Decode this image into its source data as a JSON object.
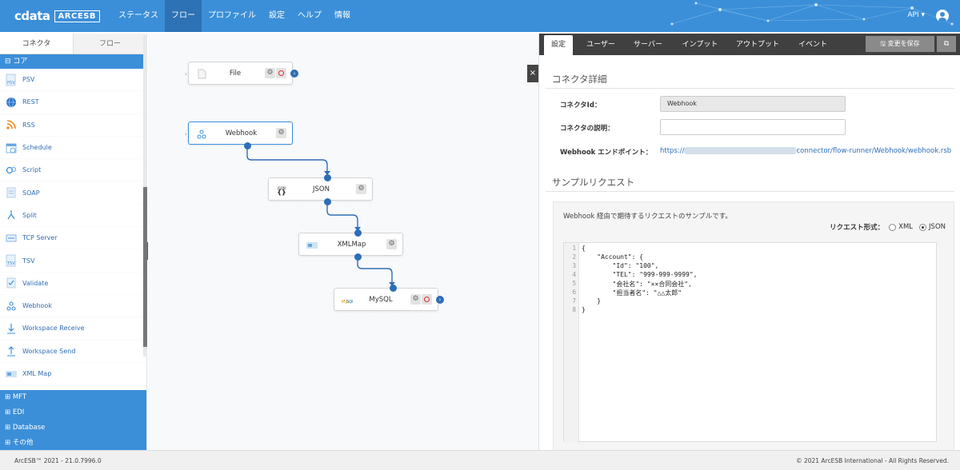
{
  "header": {
    "logo_text": "cdata",
    "logo_badge": "ARCESB",
    "nav": [
      "ステータス",
      "フロー",
      "プロファイル",
      "設定",
      "ヘルプ",
      "情報"
    ],
    "active_nav": "フロー",
    "api_label": "API ▾"
  },
  "left": {
    "tabs": [
      "コネクタ",
      "フロー"
    ],
    "core_label": "⊟ コア",
    "items": [
      {
        "label": "PSV",
        "icon": "psv-icon"
      },
      {
        "label": "REST",
        "icon": "globe-icon"
      },
      {
        "label": "RSS",
        "icon": "rss-icon"
      },
      {
        "label": "Schedule",
        "icon": "schedule-icon"
      },
      {
        "label": "Script",
        "icon": "script-icon"
      },
      {
        "label": "SOAP",
        "icon": "soap-icon"
      },
      {
        "label": "Split",
        "icon": "split-icon"
      },
      {
        "label": "TCP Server",
        "icon": "tcp-icon"
      },
      {
        "label": "TSV",
        "icon": "tsv-icon"
      },
      {
        "label": "Validate",
        "icon": "validate-icon"
      },
      {
        "label": "Webhook",
        "icon": "webhook-icon"
      },
      {
        "label": "Workspace Receive",
        "icon": "receive-icon"
      },
      {
        "label": "Workspace Send",
        "icon": "send-icon"
      },
      {
        "label": "XML Map",
        "icon": "xmlmap-icon"
      }
    ],
    "categories": [
      "⊞ MFT",
      "⊞ EDI",
      "⊞ Database",
      "⊞ その他"
    ]
  },
  "canvas": {
    "nodes": {
      "file": "File",
      "webhook": "Webhook",
      "json": "JSON",
      "xmlmap": "XMLMap",
      "mysql": "MySQL"
    },
    "json_icon_text": "JSON"
  },
  "right": {
    "tabs": [
      "設定",
      "ユーザー",
      "サーバー",
      "インプット",
      "アウトプット",
      "イベント"
    ],
    "save_label": "🖫 変更を保存",
    "ext_label": "⧉",
    "details_title": "コネクタ詳細",
    "id_label": "コネクタId：",
    "id_value": "Webhook",
    "desc_label": "コネクタの説明：",
    "desc_value": "",
    "endpoint_label": "Webhook エンドポイント：",
    "endpoint_prefix": "https://",
    "endpoint_suffix": "connector/flow-runner/Webhook/webhook.rsb",
    "sample_title": "サンプルリクエスト",
    "sample_desc": "Webhook 経由で期待するリクエストのサンプルです。",
    "req_format_label": "リクエスト形式：",
    "req_options": [
      "XML",
      "JSON"
    ],
    "req_selected": "JSON",
    "code_lines": [
      "{",
      "    \"Account\": {",
      "        \"Id\": \"100\",",
      "        \"TEL\": \"999-999-9999\",",
      "        \"会社名\": \"××合同会社\",",
      "        \"担当者名\": \"△△太郎\"",
      "    }",
      "}"
    ],
    "line_numbers": [
      "1",
      "2",
      "3",
      "4",
      "5",
      "6",
      "7",
      "8"
    ]
  },
  "footer": {
    "version": "ArcESB™ 2021 - 21.0.7996.0",
    "copyright": "© 2021 ArcESB International - All Rights Reserved."
  }
}
